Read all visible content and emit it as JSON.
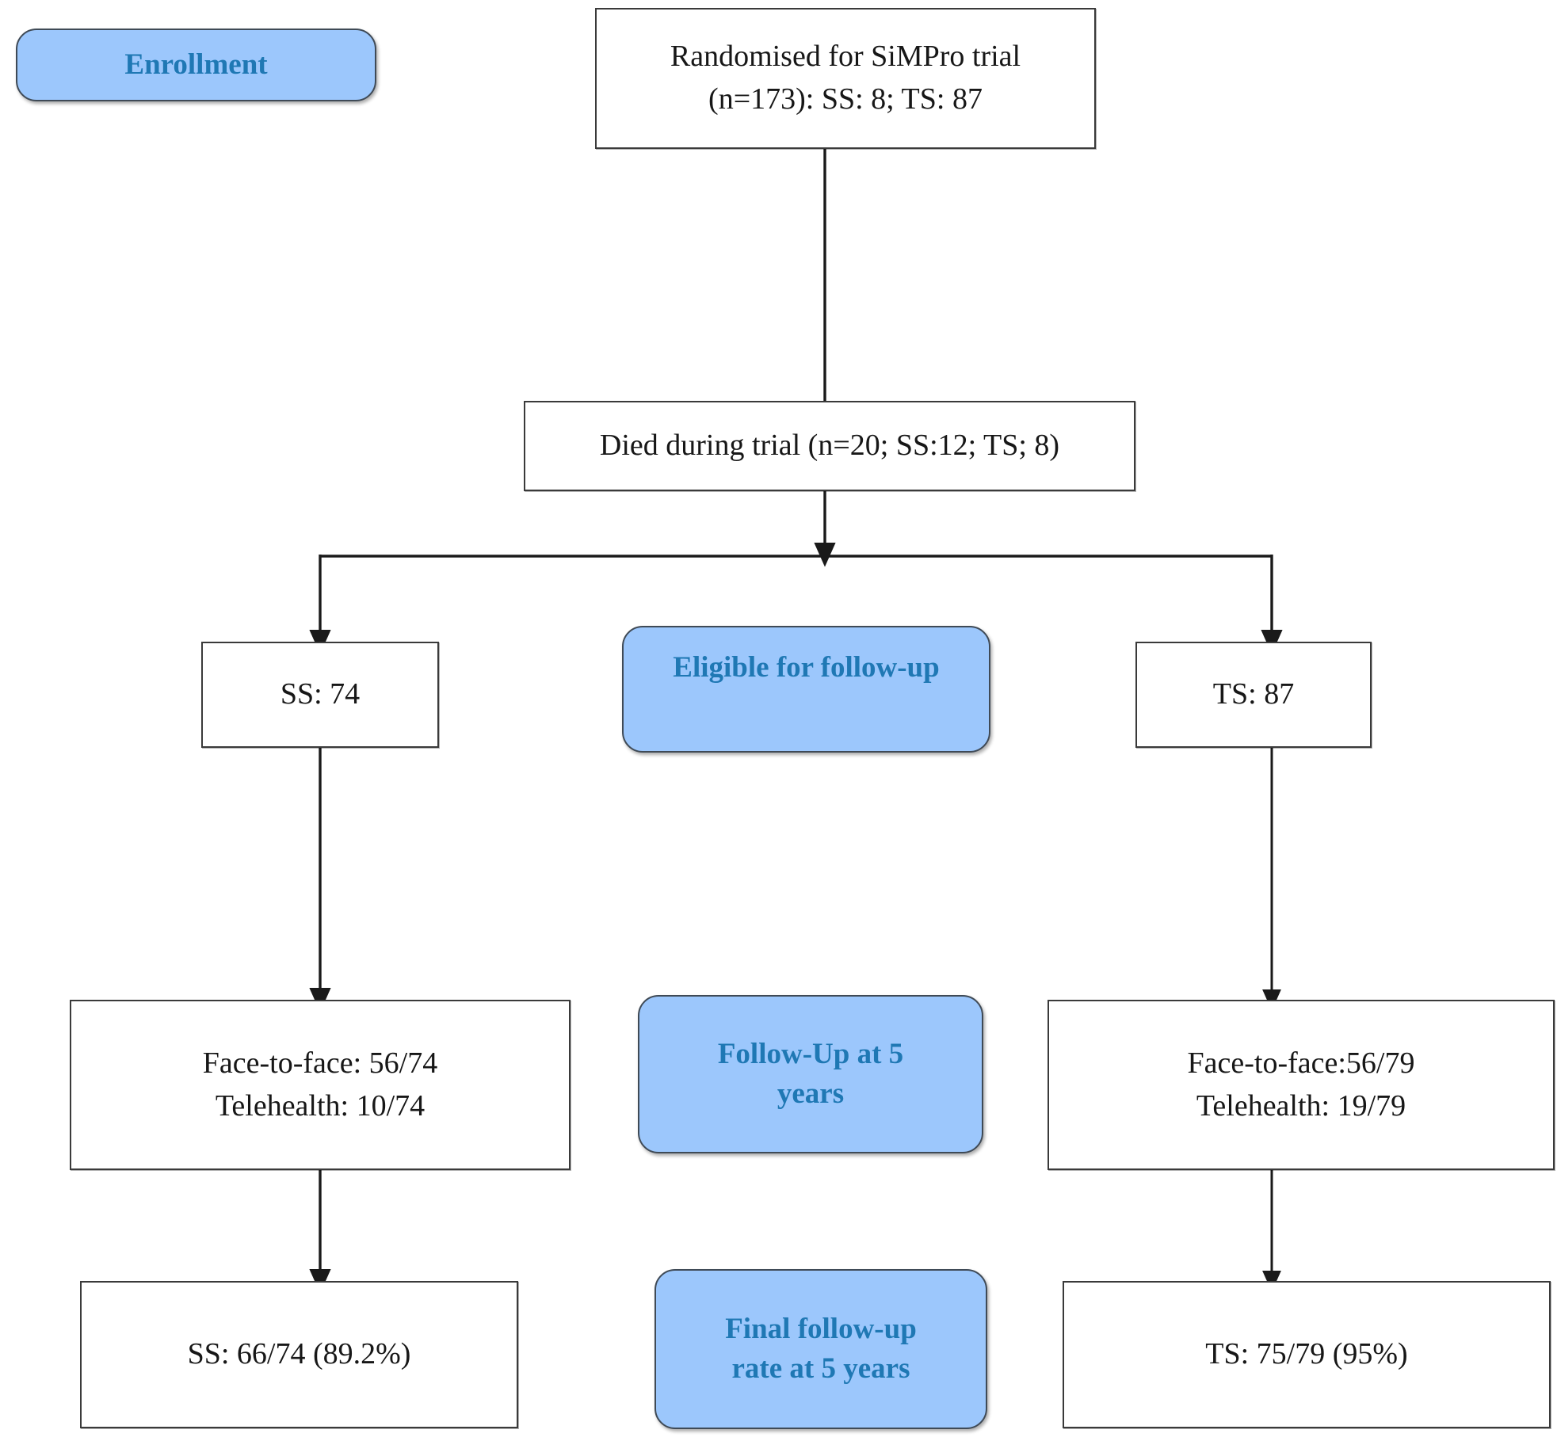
{
  "diagram": {
    "title": "SiMPro trial CONSORT-style follow-up flow diagram",
    "colors": {
      "stage_fill": "#9CC7FC",
      "stage_text": "#1F78B4",
      "stage_border": "#3F4A56",
      "box_border": "#3A3A3A",
      "box_text": "#171717",
      "connector": "#1A1A1A",
      "background": "#FFFFFF"
    },
    "stages": [
      {
        "id": "enrollment",
        "label": "Enrollment"
      },
      {
        "id": "eligible",
        "label": "Eligible for follow-up"
      },
      {
        "id": "followup5y",
        "line1": "Follow-Up at 5",
        "line2": "years"
      },
      {
        "id": "final-rate",
        "line1": "Final follow-up",
        "line2": "rate at 5 years"
      }
    ],
    "nodes": {
      "randomised": {
        "line1": "Randomised for SiMPro trial",
        "line2": "(n=173): SS: 8; TS: 87"
      },
      "died": {
        "line1": "Died during trial (n=20; SS:12; TS; 8)"
      },
      "ss_eligible": {
        "line1": "SS: 74"
      },
      "ts_eligible": {
        "line1": "TS: 87"
      },
      "ss_followup": {
        "line1": "Face-to-face: 56/74",
        "line2": "Telehealth: 10/74"
      },
      "ts_followup": {
        "line1": "Face-to-face:56/79",
        "line2": "Telehealth: 19/79"
      },
      "ss_final": {
        "line1": "SS: 66/74 (89.2%)"
      },
      "ts_final": {
        "line1": "TS: 75/79 (95%)"
      }
    }
  }
}
